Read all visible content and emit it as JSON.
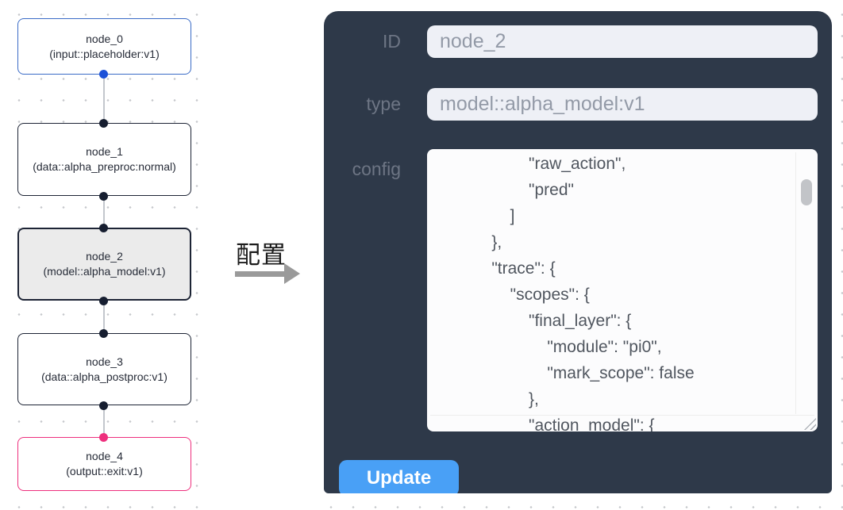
{
  "canvas": {
    "nodes": [
      {
        "title": "node_0",
        "subtitle": "(input::placeholder:v1)"
      },
      {
        "title": "node_1",
        "subtitle": "(data::alpha_preproc:normal)"
      },
      {
        "title": "node_2",
        "subtitle": "(model::alpha_model:v1)"
      },
      {
        "title": "node_3",
        "subtitle": "(data::alpha_postproc:v1)"
      },
      {
        "title": "node_4",
        "subtitle": "(output::exit:v1)"
      }
    ]
  },
  "annotation": {
    "label": "配置"
  },
  "panel": {
    "id_label": "ID",
    "id_value": "node_2",
    "type_label": "type",
    "type_value": "model::alpha_model:v1",
    "config_label": "config",
    "config_lines": [
      "            \"raw_action\",",
      "            \"pred\"",
      "        ]",
      "    },",
      "    \"trace\": {",
      "        \"scopes\": {",
      "            \"final_layer\": {",
      "                \"module\": \"pi0\",",
      "                \"mark_scope\": false",
      "            },",
      "            \"action_model\": {"
    ],
    "update_label": "Update"
  },
  "colors": {
    "panel_bg": "#2e3949",
    "button_blue": "#49a0f6",
    "input_node_border": "#3a6bc6",
    "output_node_border": "#ee2f7d",
    "handle_blue": "#1c51d8",
    "handle_dark": "#161e30",
    "handle_pink": "#ee2f7d",
    "selected_node_bg": "#ebebeb",
    "field_bg": "#eef0f6"
  }
}
